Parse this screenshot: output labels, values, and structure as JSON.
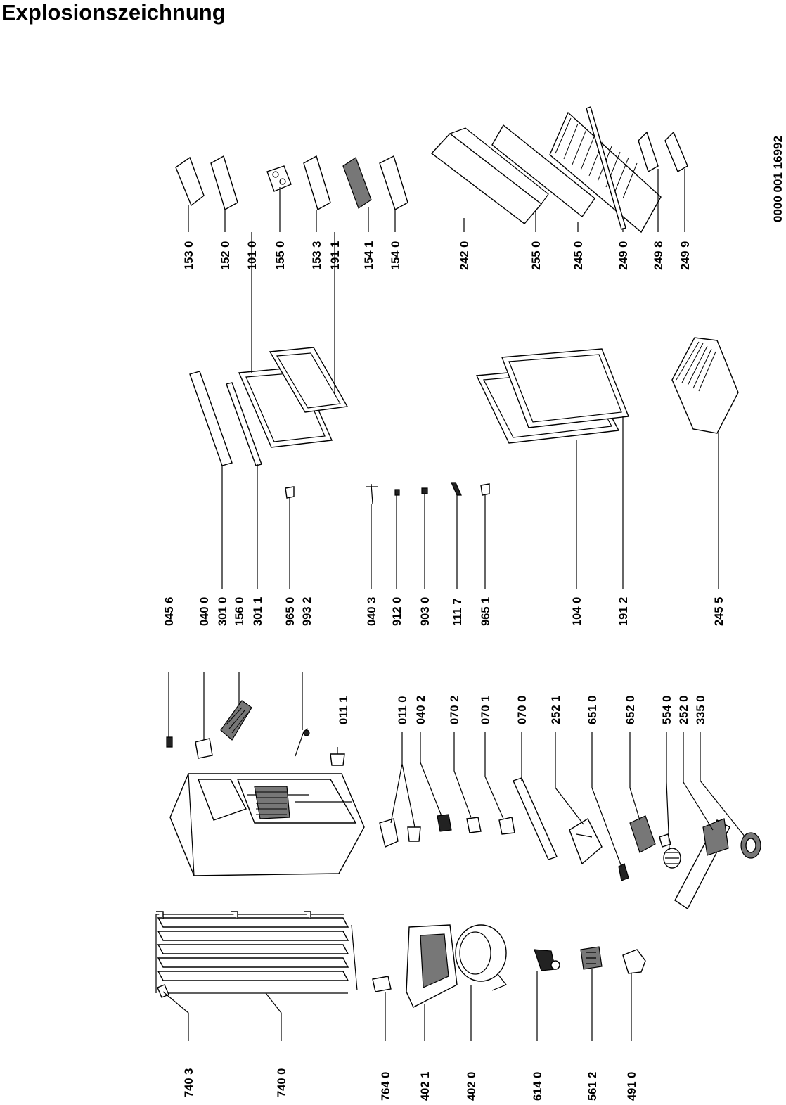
{
  "title": "Explosionszeichnung",
  "document_id": "0000 001 16992",
  "labels": {
    "p7403": "740 3",
    "p7400": "740 0",
    "p7640": "764 0",
    "p4021": "402 1",
    "p4020": "402 0",
    "p6140": "614 0",
    "p5612": "561 2",
    "p4910": "491 0",
    "p0456": "045 6",
    "p0400": "040 0",
    "p3010": "301 0",
    "p1560": "156 0",
    "p3011": "301 1",
    "p9650": "965 0",
    "p9932": "993 2",
    "p0111": "011 1",
    "p0110": "011 0",
    "p0402": "040 2",
    "p0702": "070 2",
    "p0701": "070 1",
    "p0700": "070 0",
    "p2521": "252 1",
    "p6510": "651 0",
    "p6520": "652 0",
    "p5540": "554 0",
    "p2520": "252 0",
    "p3350": "335 0",
    "p0403": "040 3",
    "p9120": "912 0",
    "p9030": "903 0",
    "p1117": "111 7",
    "p9651": "965 1",
    "p1040": "104 0",
    "p1912": "191 2",
    "p2455": "245 5",
    "p1530": "153 0",
    "p1520": "152 0",
    "p1010": "101 0",
    "p1550": "155 0",
    "p1533": "153 3",
    "p1911": "191 1",
    "p1541": "154 1",
    "p1540": "154 0",
    "p2420": "242 0",
    "p2550": "255 0",
    "p2450": "245 0",
    "p2490": "249 0",
    "p2498": "249 8",
    "p2499": "249 9"
  }
}
